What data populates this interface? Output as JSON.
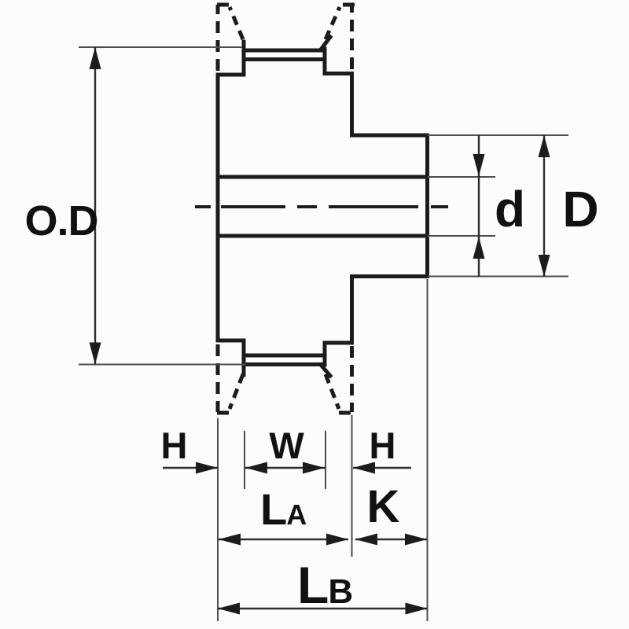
{
  "diagram": {
    "kind": "engineering-dimension-drawing",
    "subject": "flanged-pulley-cross-section",
    "labels": {
      "outer_diameter": "O.D",
      "bore_diameter": "d",
      "hub_diameter": "D",
      "flange_left": "H",
      "tooth_width": "W",
      "flange_right": "H",
      "la_base": "L",
      "la_sub": "A",
      "hub_projection": "K",
      "lb_base": "L",
      "lb_sub": "B"
    },
    "colors": {
      "line": "#1c1c1c",
      "thin_line": "#4d4d4d",
      "text": "#111111",
      "background": "#fcfcfc"
    }
  }
}
